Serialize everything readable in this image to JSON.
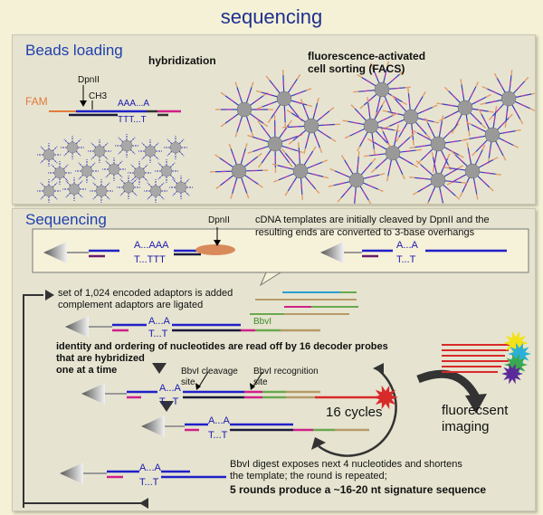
{
  "page": {
    "title": "sequencing"
  },
  "beads_panel": {
    "label": "Beads loading",
    "hybridization": "hybridization",
    "facs_line1": "fluorescence-activated",
    "facs_line2": "cell sorting (FACS)",
    "fam": "FAM",
    "dpnii": "DpnII",
    "ch3": "CH3",
    "aaa": "AAA...A",
    "ttt": "TTT...T"
  },
  "seq_panel": {
    "label": "Sequencing",
    "dpnii": "DpnII",
    "cdna_line1": "cDNA templates are initially cleaved by DpnII and the",
    "cdna_line2": "resulting ends are converted to 3-base overhangs",
    "a_aaa": "A...AAA",
    "t_ttt": "T...TTT",
    "a_a": "A...A",
    "t_t": "T...T",
    "adaptor_line1": "set of 1,024 encoded adaptors is added",
    "adaptor_line2": "complement adaptors are ligated",
    "bbvi": "BbvI",
    "identity_line1": "identity and ordering of nucleotides are read off by 16 decoder probes",
    "identity_line2": "that are hybridized",
    "identity_line3": "one at a time",
    "cleavage_line1": "BbvI cleavage",
    "cleavage_line2": "site",
    "recognition_line1": "BbvI recognition",
    "recognition_line2": "site",
    "cycles": "16 cycles",
    "imaging_line1": "fluorecsent",
    "imaging_line2": "imaging",
    "digest_line1": "BbvI digest exposes next 4 nucleotides and shortens",
    "digest_line2": "the template; the round is repeated;",
    "rounds": "5 rounds produce a ~16-20 nt signature sequence"
  },
  "colors": {
    "title": "#1f2f8f",
    "label": "#1f3fae",
    "dna_blue": "#2020c8",
    "dna_dark": "#1a1a3a",
    "magenta": "#d0208a",
    "green": "#6aa84f",
    "tan": "#b89a6a",
    "red": "#d82a2a",
    "orange": "#e27a3a"
  }
}
